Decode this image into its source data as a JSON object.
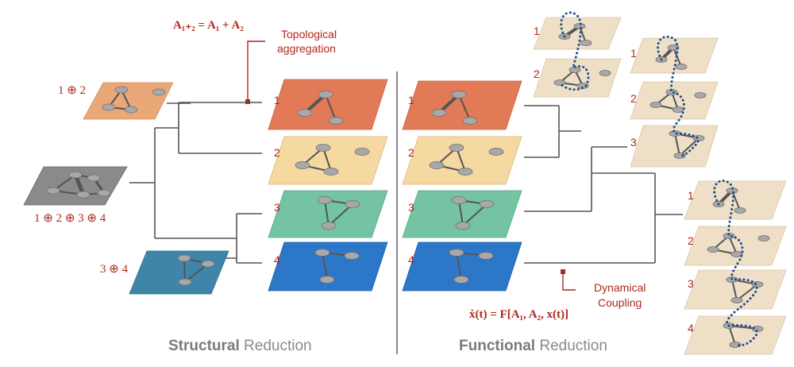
{
  "formulas": {
    "structural": "A₁₊₂ = A₁ + A₂",
    "functional": "ẋ(t) = F[A₁, A₂, x(t)]"
  },
  "annotations": {
    "topological_line1": "Topological",
    "topological_line2": "aggregation",
    "dynamical_line1": "Dynamical",
    "dynamical_line2": "Coupling"
  },
  "aggregate_labels": {
    "pair_12": "1 ⊕ 2",
    "all_1234": "1 ⊕ 2 ⊕ 3 ⊕ 4",
    "pair_34": "3 ⊕ 4"
  },
  "layer_numbers": [
    "1",
    "2",
    "3",
    "4"
  ],
  "sections": {
    "structural_bold": "Structural",
    "structural_rest": " Reduction",
    "functional_bold": "Functional",
    "functional_rest": " Reduction"
  },
  "colors": {
    "layer1": "#e27a57",
    "layer2": "#f6d9a0",
    "layer3": "#74c4a4",
    "layer4": "#2d77c9",
    "merged12": "#eaa777",
    "merged1234": "#8a8a8a",
    "merged34": "#3f84a9",
    "functional_stack": "#efdfc6",
    "annotation": "#b0271c",
    "coupling": "#1d4f8e"
  }
}
